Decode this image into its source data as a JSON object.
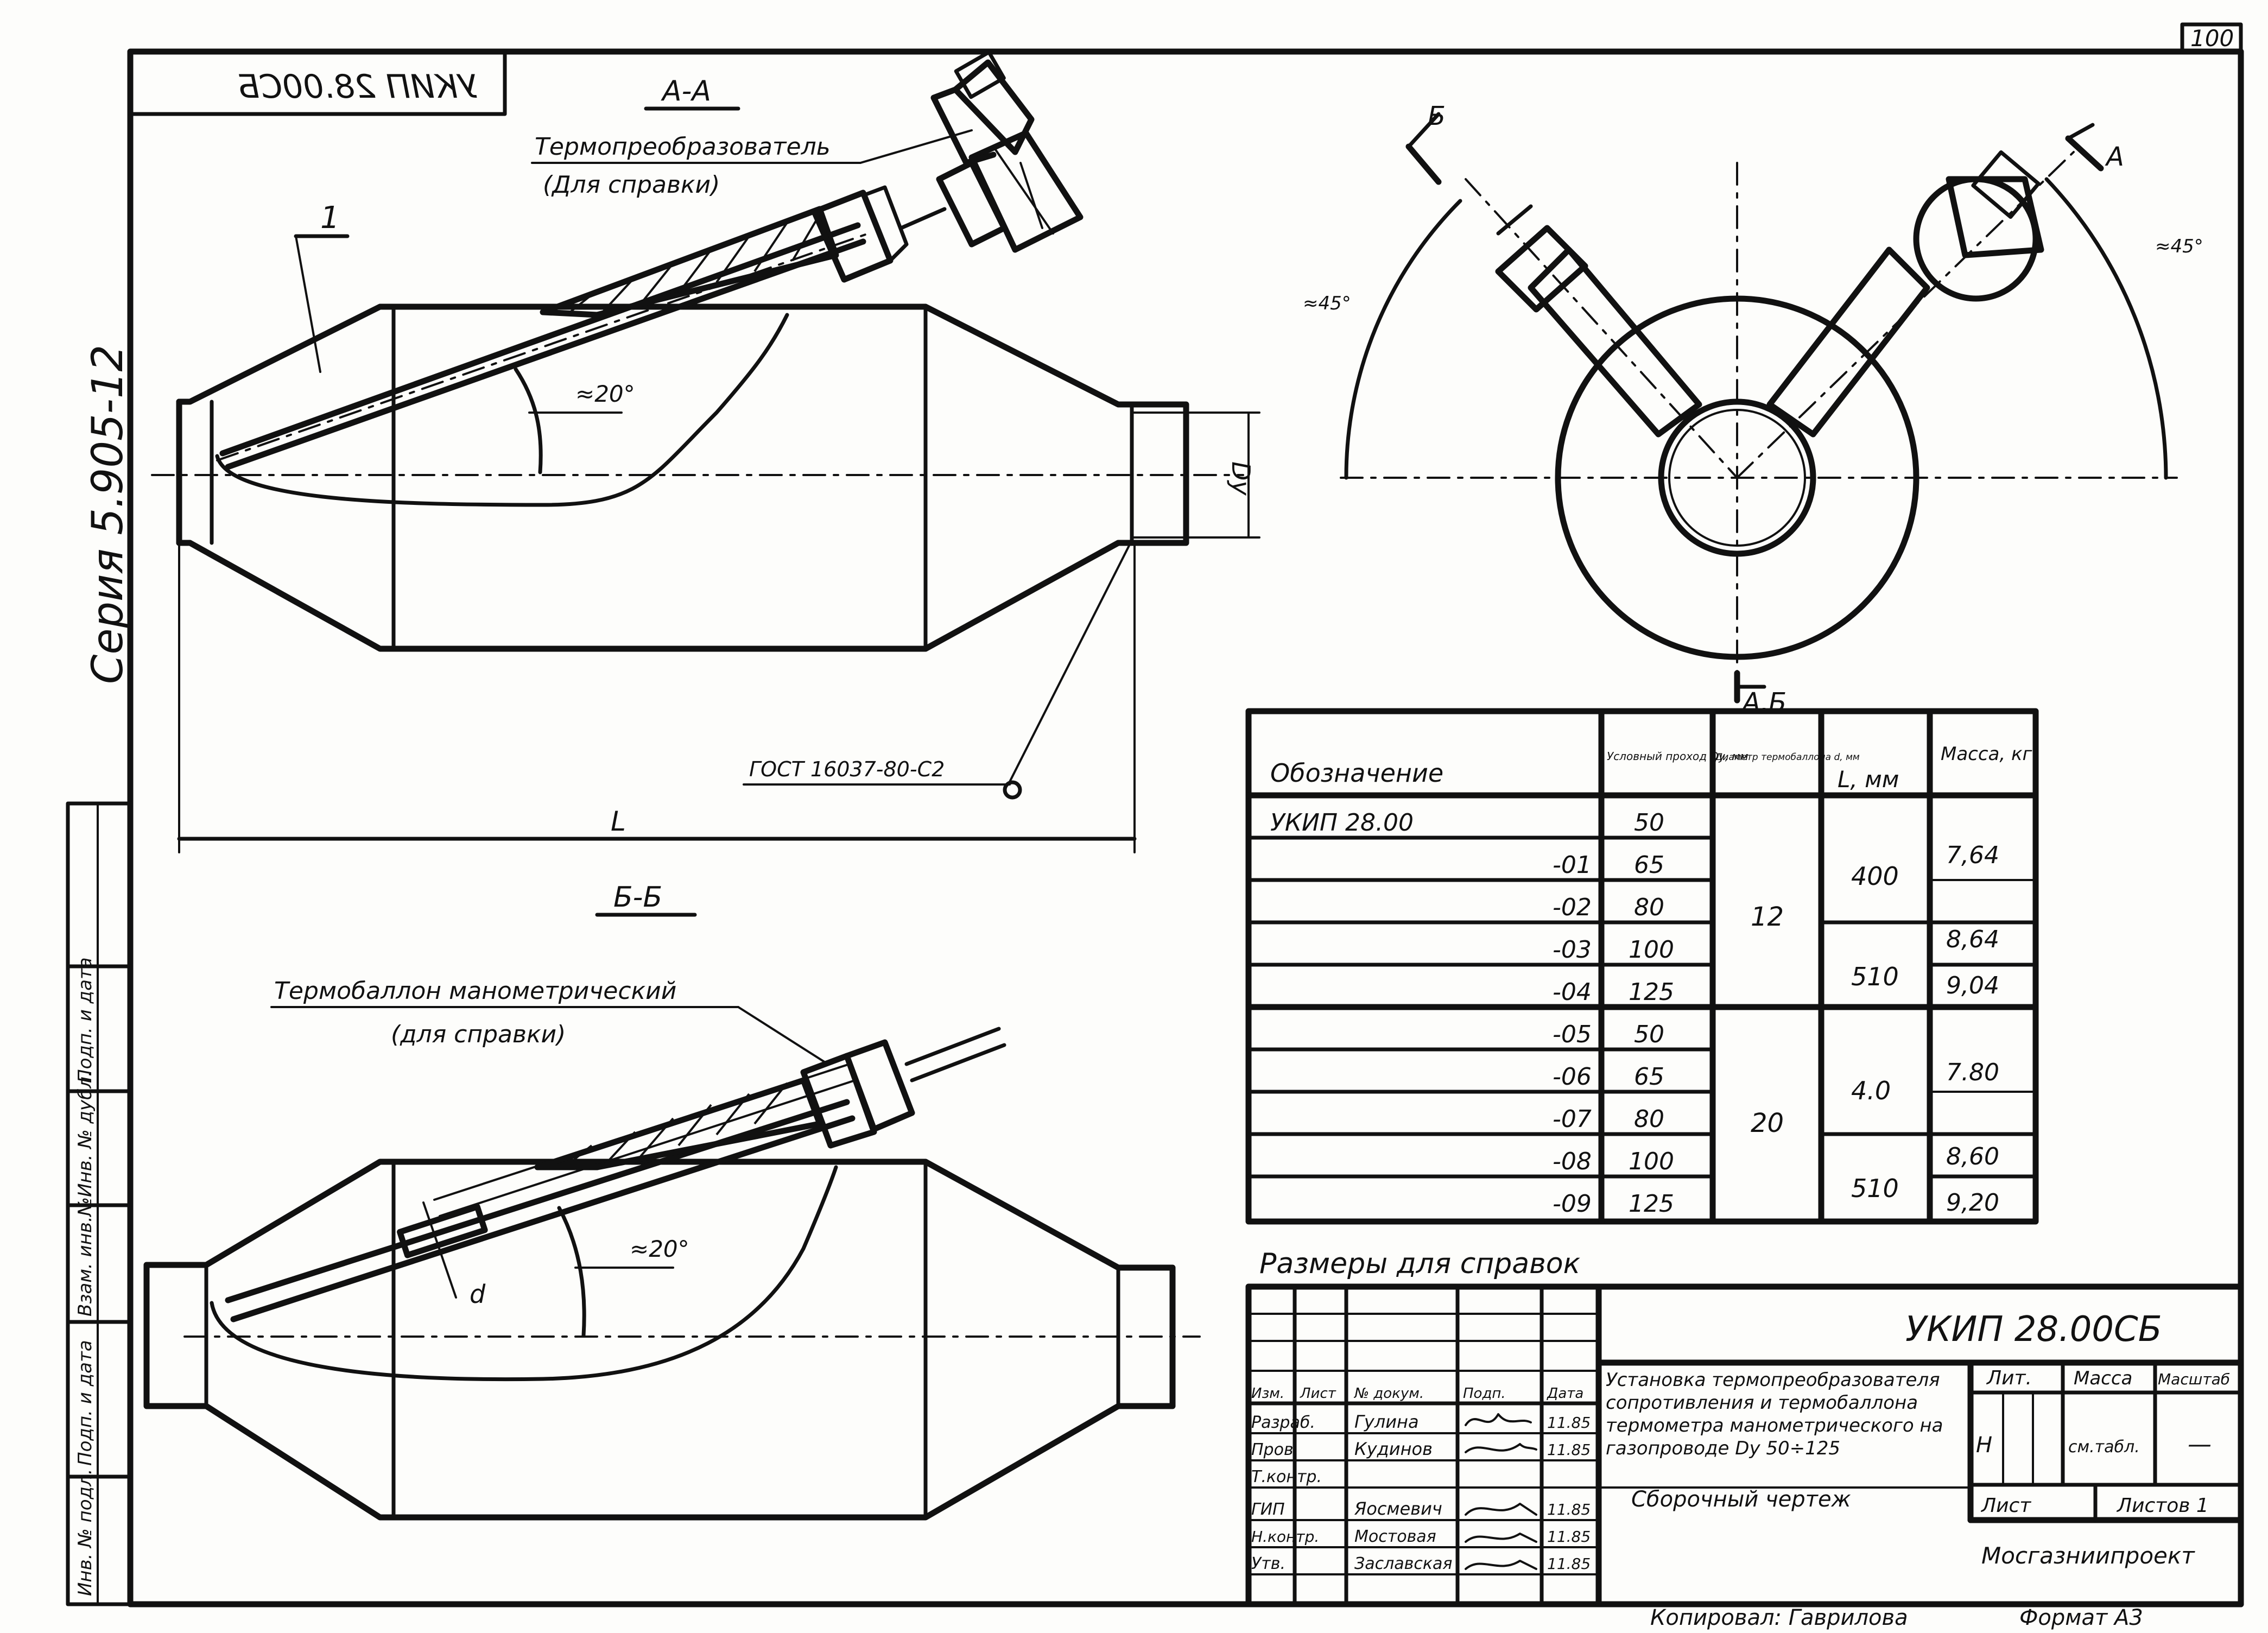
{
  "sheet": {
    "page_number": "100",
    "top_label_mirrored": "УКИП 28.00СБ",
    "series": "Серия 5.905-12"
  },
  "section_aa": {
    "title": "А-А",
    "sensor_label": "Термопреобразователь",
    "sensor_note": "(Для справки)",
    "callout": "1",
    "angle": "≈20°",
    "gost": "ГОСТ 16037-80-С2",
    "dim_dy": "Dу",
    "dim_l": "L"
  },
  "section_bb": {
    "title": "Б-Б",
    "sensor_label": "Термобаллон манометрический",
    "sensor_note": "(для справки)",
    "angle": "≈20°",
    "dim_d": "d"
  },
  "top_view": {
    "mark_b": "Б",
    "mark_a": "А",
    "angle_left": "≈45°",
    "angle_right": "≈45°",
    "section_label": "А,Б"
  },
  "spec_table": {
    "headers": [
      "Обозначение",
      "Условный проход Dу, мм",
      "Диаметр термобаллона d, мм",
      "L, мм",
      "Масса, кг"
    ],
    "rows": [
      {
        "designation": "УКИП 28.00",
        "dy": "50"
      },
      {
        "designation": "-01",
        "dy": "65"
      },
      {
        "designation": "-02",
        "dy": "80"
      },
      {
        "designation": "-03",
        "dy": "100"
      },
      {
        "designation": "-04",
        "dy": "125"
      },
      {
        "designation": "-05",
        "dy": "50"
      },
      {
        "designation": "-06",
        "dy": "65"
      },
      {
        "designation": "-07",
        "dy": "80"
      },
      {
        "designation": "-08",
        "dy": "100"
      },
      {
        "designation": "-09",
        "dy": "125"
      }
    ],
    "d_groups": [
      "12",
      "20"
    ],
    "l_groups": [
      "400",
      "510",
      "4.0",
      "510"
    ],
    "mass_groups": [
      "7,64",
      "8,64",
      "9,04",
      "7.80",
      "8,60",
      "9,20"
    ],
    "footnote": "Размеры для справок"
  },
  "title_block": {
    "designation": "УКИП 28.00СБ",
    "description": "Установка термопреобразователя сопротивления и термобаллона термометра манометрического на газопроводе Dу 50÷125",
    "doc_type": "Сборочный чертеж",
    "col_lit": "Лит.",
    "col_mass": "Масса",
    "col_scale": "Масштаб",
    "lit_value": "Н",
    "mass_value": "см.табл.",
    "scale_value": "—",
    "sheet_label": "Лист",
    "sheets_label": "Листов 1",
    "org": "Мосгазниипроект",
    "change_headers": [
      "Изм.",
      "Лист",
      "№ докум.",
      "Подп.",
      "Дата"
    ],
    "signatures": [
      {
        "role": "Разраб.",
        "name": "Гулина",
        "date": "11.85"
      },
      {
        "role": "Пров.",
        "name": "Кудинов",
        "date": "11.85"
      },
      {
        "role": "Т.контр.",
        "name": "",
        "date": ""
      },
      {
        "role": "ГИП",
        "name": "Яосмевич",
        "date": "11.85"
      },
      {
        "role": "Н.контр.",
        "name": "Мостовая",
        "date": "11.85"
      },
      {
        "role": "Утв.",
        "name": "Заславская",
        "date": "11.85"
      }
    ],
    "copied_by": "Копировал: Гаврилова",
    "format": "Формат А3"
  },
  "left_strip": [
    "Инв. № подл.",
    "Подп. и дата",
    "Взам. инв.№",
    "Инв. № дубл.",
    "Подп. и дата"
  ]
}
